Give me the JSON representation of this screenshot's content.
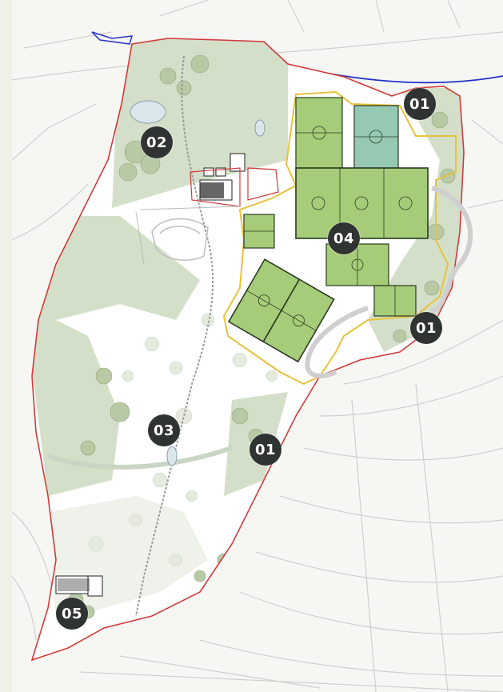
{
  "map": {
    "colors": {
      "page_background": "#eef2e6",
      "base_map": "#f6f6f3",
      "meadow": "#ffffff",
      "woodland": "#d3dfc8",
      "pitch_grass": "#a7cc79",
      "pitch_teal": "#95c9b3",
      "boundary_red": "#d23a3a",
      "training_zone_yellow": "#e7c23c",
      "road_blue": "#2333c8",
      "marker_fill": "#2f3331"
    },
    "markers": [
      {
        "id": "m01a",
        "label": "01"
      },
      {
        "id": "m02",
        "label": "02"
      },
      {
        "id": "m04",
        "label": "04"
      },
      {
        "id": "m01b",
        "label": "01"
      },
      {
        "id": "m03",
        "label": "03"
      },
      {
        "id": "m01c",
        "label": "01"
      },
      {
        "id": "m05",
        "label": "05"
      }
    ]
  }
}
